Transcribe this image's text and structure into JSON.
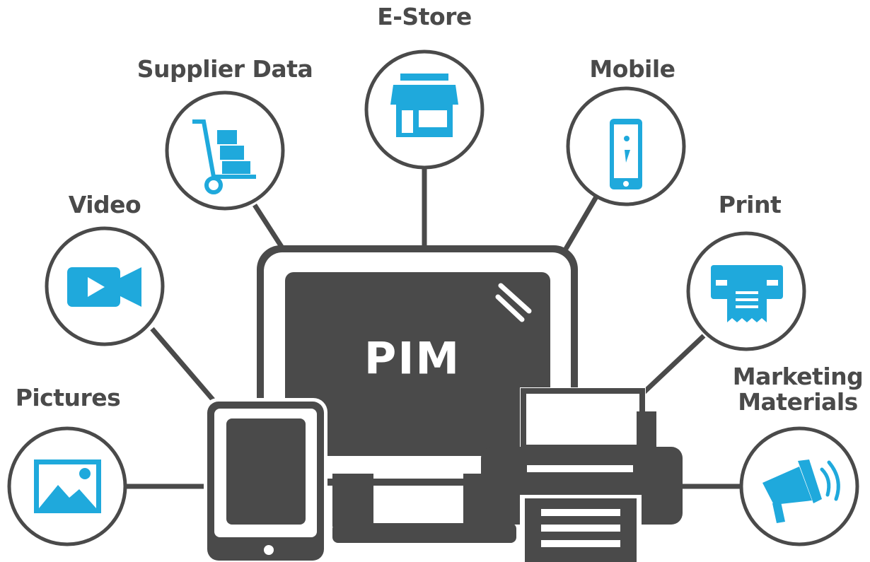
{
  "center": {
    "label": "PIM"
  },
  "nodes": [
    {
      "id": "e-store",
      "label": "E-Store",
      "icon": "storefront-icon"
    },
    {
      "id": "supplier-data",
      "label": "Supplier Data",
      "icon": "hand-truck-icon"
    },
    {
      "id": "mobile",
      "label": "Mobile",
      "icon": "smartphone-icon"
    },
    {
      "id": "video",
      "label": "Video",
      "icon": "video-camera-icon"
    },
    {
      "id": "print",
      "label": "Print",
      "icon": "printer-icon"
    },
    {
      "id": "pictures",
      "label": "Pictures",
      "icon": "image-icon"
    },
    {
      "id": "marketing-materials",
      "label_line1": "Marketing",
      "label_line2": "Materials",
      "icon": "megaphone-icon"
    }
  ],
  "colors": {
    "accent": "#1fa9dc",
    "dark": "#4a4a4a",
    "background": "#ffffff"
  }
}
